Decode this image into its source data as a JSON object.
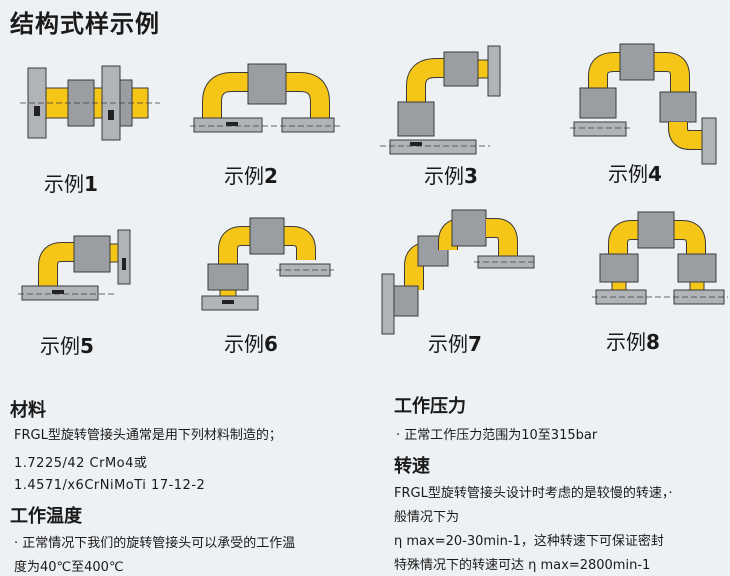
{
  "page_title": "结构式样示例",
  "examples": [
    {
      "label": "示例",
      "num": "1"
    },
    {
      "label": "示例",
      "num": "2"
    },
    {
      "label": "示例",
      "num": "3"
    },
    {
      "label": "示例",
      "num": "4"
    },
    {
      "label": "示例",
      "num": "5"
    },
    {
      "label": "示例",
      "num": "6"
    },
    {
      "label": "示例",
      "num": "7"
    },
    {
      "label": "示例",
      "num": "8"
    }
  ],
  "colors": {
    "pipe_yellow": "#f5c518",
    "body_gray": "#9a9ea3",
    "flange_gray": "#b0b4b8",
    "outline": "#3a3a3a"
  },
  "materials": {
    "heading": "材料",
    "intro": "FRGL型旋转管接头通常是用下列材料制造的；",
    "grade1": "1.7225/42    CrMo4或",
    "grade2": "1.4571/x6CrNiMoTi    17-12-2"
  },
  "temperature": {
    "heading": "工作温度",
    "line1": "· 正常情况下我们的旋转管接头可以承受的工作温",
    "line2": "度为40℃至400℃"
  },
  "pressure": {
    "heading": "工作压力",
    "line1": "· 正常工作压力范围为10至315bar"
  },
  "speed": {
    "heading": "转速",
    "line1": "FRGL型旋转管接头设计时考虑的是较慢的转速，·",
    "line2": "般情况下为",
    "line3": "η max=20-30min-1，这种转速下可保证密封",
    "line4": "特殊情况下的转速可达 η max=2800min-1"
  }
}
